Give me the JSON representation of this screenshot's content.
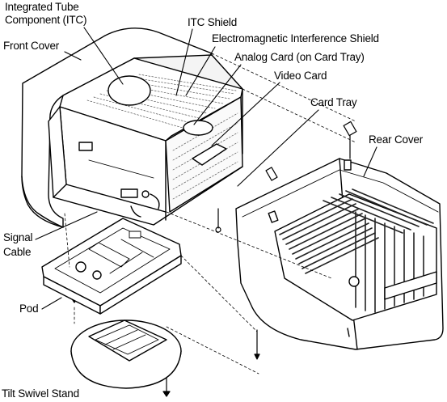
{
  "diagram": {
    "labels": {
      "itc_line1": "Integrated Tube",
      "itc_line2": "Component (ITC)",
      "front_cover": "Front Cover",
      "itc_shield": "ITC Shield",
      "emi_shield": "Electromagnetic Interference Shield",
      "analog_card": "Analog Card (on Card Tray)",
      "video_card": "Video Card",
      "card_tray": "Card Tray",
      "rear_cover": "Rear Cover",
      "signal_line1": "Signal",
      "signal_line2": "Cable",
      "pod": "Pod",
      "tilt_swivel_stand": "Tilt Swivel Stand"
    }
  }
}
